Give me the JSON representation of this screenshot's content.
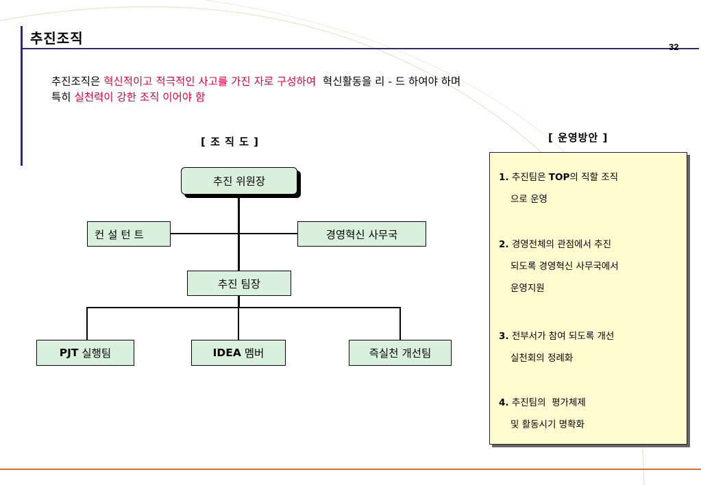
{
  "slide": {
    "title": "추진조직",
    "page_number": "32"
  },
  "intro": {
    "line1_a": "추진조직은 ",
    "line1_red": "혁신적이고 적극적인 사고를 가진 자로 구성하여",
    "line1_b": "  혁신활동을 리 - 드 하여야 하며",
    "line2_a": "특히 ",
    "line2_red": "실천력이 강한 조직 이어야 함"
  },
  "org_chart": {
    "label": "[ 조 직 도 ]",
    "top": "추진 위원장",
    "left_staff": "컨 설 턴 트",
    "right_staff": "경영혁신 사무국",
    "team_leader": "추진 팀장",
    "team_pjt_bold": "PJT",
    "team_pjt_rest": " 실행팀",
    "team_idea_bold": "IDEA",
    "team_idea_rest": " 멤버",
    "team_kaizen": "즉실천 개선팀"
  },
  "operation": {
    "label": "[ 운영방안 ]",
    "items": [
      {
        "num": "1.",
        "line1_pre": " 추진팀은 ",
        "line1_bold": "TOP",
        "line1_post": "의 직할 조직",
        "line2": "으로 운영"
      },
      {
        "num": "2.",
        "line1": " 경영전체의 관점에서 추진",
        "line2": "되도록 경영혁신 사무국에서",
        "line3": "운영지원"
      },
      {
        "num": "3.",
        "line1": " 전부서가 참여 되도록 개선",
        "line2": "실천회의 정례화"
      },
      {
        "num": "4.",
        "line1": " 추진팀의  평가체제",
        "line2": "및 활동시기 명확화"
      }
    ]
  },
  "colors": {
    "accent_red": "#e8003a",
    "navy_rule": "#2a2a6e",
    "node_green": "#d9f1dc",
    "panel_yellow": "#fffdd0",
    "bottom_orange": "#e46a2c"
  }
}
